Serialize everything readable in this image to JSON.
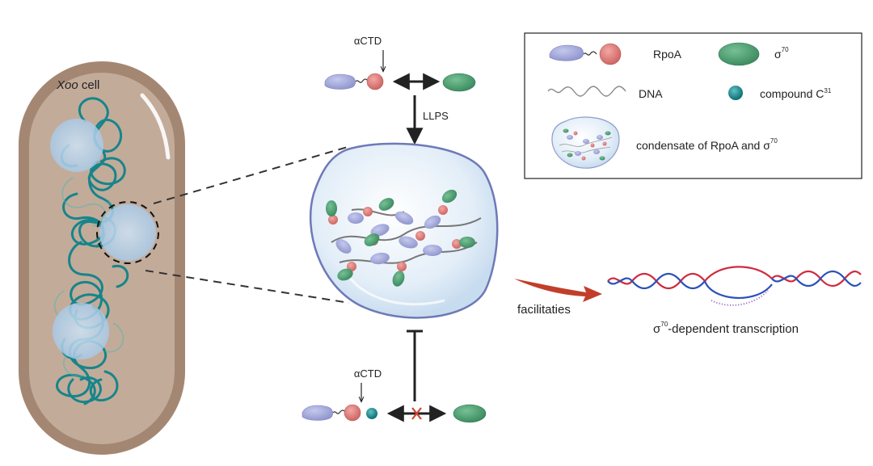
{
  "cell": {
    "name_italic": "Xoo",
    "name_rest": " cell"
  },
  "top": {
    "actd": "αCTD",
    "llps": "LLPS"
  },
  "bottom": {
    "actd": "αCTD"
  },
  "arrow": {
    "label": "facilitaties"
  },
  "transcription": {
    "sigma": "σ",
    "sup": "70",
    "rest": "-dependent transcription"
  },
  "legend": {
    "rpoa": "RpoA",
    "sigma": "σ",
    "sigma_sup": "70",
    "dna": "DNA",
    "compound": "compound C",
    "compound_sup": "31",
    "condensate": "condensate of RpoA and σ",
    "condensate_sup": "70"
  },
  "colors": {
    "rpoa_body": "#9da3d6",
    "rpoa_head": "#e07d7b",
    "sigma70": "#4a9a6e",
    "compound": "#16888c",
    "dna_loop": "#16858a",
    "cell_wall": "#a88a73",
    "cell_inner": "#c2a998",
    "condensate": "#d7e8f5",
    "strand_red": "#cf2b3f",
    "strand_blue": "#2a52b8",
    "transcript": "#a070c0",
    "facilitate_arrow": "#c23e2a"
  }
}
